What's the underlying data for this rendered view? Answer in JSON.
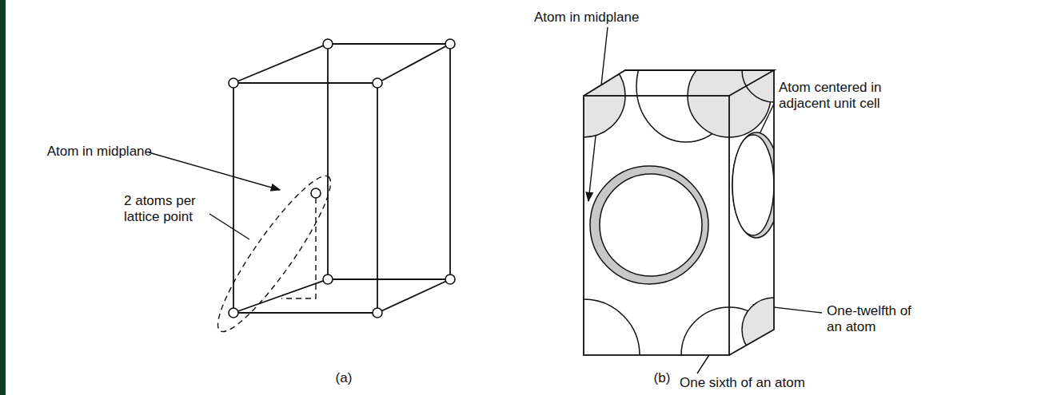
{
  "diagram": {
    "labels": [
      "Atom in midplane",
      "Atom in midplane",
      "2 atoms per lattice point",
      "Atom centered in adjacent unit cell",
      "One-twelfth of an atom",
      "One sixth of an atom",
      "(a)",
      "(b)"
    ]
  }
}
